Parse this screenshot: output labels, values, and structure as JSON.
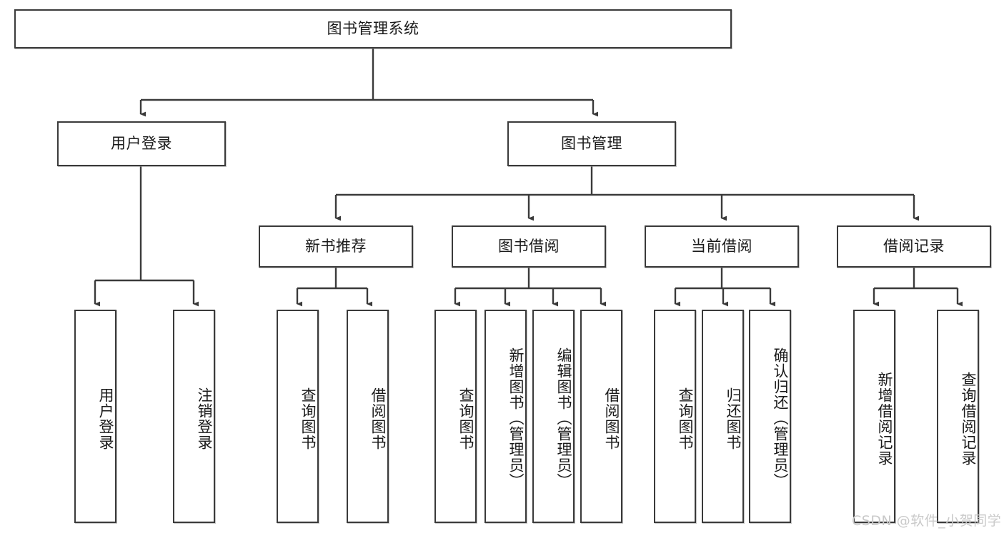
{
  "diagram": {
    "title_node": {
      "label": "图书管理系统"
    },
    "level2": [
      {
        "id": "user-login",
        "label": "用户登录"
      },
      {
        "id": "book-management",
        "label": "图书管理"
      }
    ],
    "level3": [
      {
        "id": "new-book-recommend",
        "label": "新书推荐"
      },
      {
        "id": "book-borrow",
        "label": "图书借阅"
      },
      {
        "id": "current-borrow",
        "label": "当前借阅"
      },
      {
        "id": "borrow-record",
        "label": "借阅记录"
      }
    ],
    "leaves": {
      "user_login": [
        {
          "id": "leaf-user-login",
          "label": "用户登录"
        },
        {
          "id": "leaf-logout-login",
          "label": "注销登录"
        }
      ],
      "new_book_recommend": [
        {
          "id": "leaf-query-book-1",
          "label": "查询图书"
        },
        {
          "id": "leaf-borrow-book-1",
          "label": "借阅图书"
        }
      ],
      "book_borrow": [
        {
          "id": "leaf-query-book-2",
          "label": "查询图书"
        },
        {
          "id": "leaf-add-book",
          "label": "新增图书（管理员）"
        },
        {
          "id": "leaf-edit-book",
          "label": "编辑图书（管理员）"
        },
        {
          "id": "leaf-borrow-book-2",
          "label": "借阅图书"
        }
      ],
      "current_borrow": [
        {
          "id": "leaf-query-book-3",
          "label": "查询图书"
        },
        {
          "id": "leaf-return-book",
          "label": "归还图书"
        },
        {
          "id": "leaf-confirm-return",
          "label": "确认归还（管理员）"
        }
      ],
      "borrow_record": [
        {
          "id": "leaf-add-record",
          "label": "新增借阅记录"
        },
        {
          "id": "leaf-query-record",
          "label": "查询借阅记录"
        }
      ]
    },
    "colors": {
      "border": "#3a3a3a",
      "text": "#1a1a1a",
      "background": "#ffffff",
      "watermark": "#c9c9c9"
    }
  },
  "watermark": {
    "text": "CSDN @软件_小贺同学"
  }
}
